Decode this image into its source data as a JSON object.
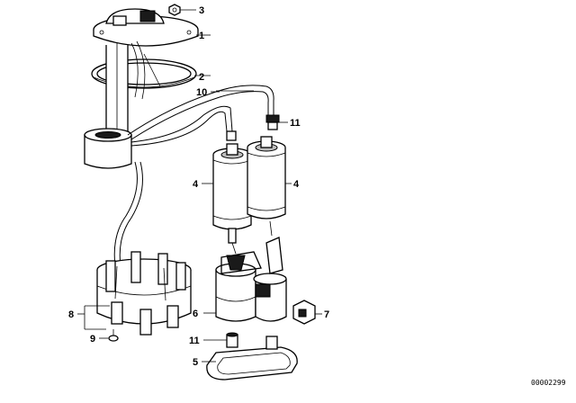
{
  "callouts": {
    "c1": "1",
    "c2": "2",
    "c3": "3",
    "c4a": "4",
    "c4b": "4",
    "c5": "5",
    "c6": "6",
    "c7": "7",
    "c8": "8",
    "c9": "9",
    "c10": "10",
    "c11a": "11",
    "c11b": "11"
  },
  "reference": "00002299",
  "colors": {
    "line": "#000000",
    "background": "#ffffff",
    "shade": "#bdbdbd"
  }
}
